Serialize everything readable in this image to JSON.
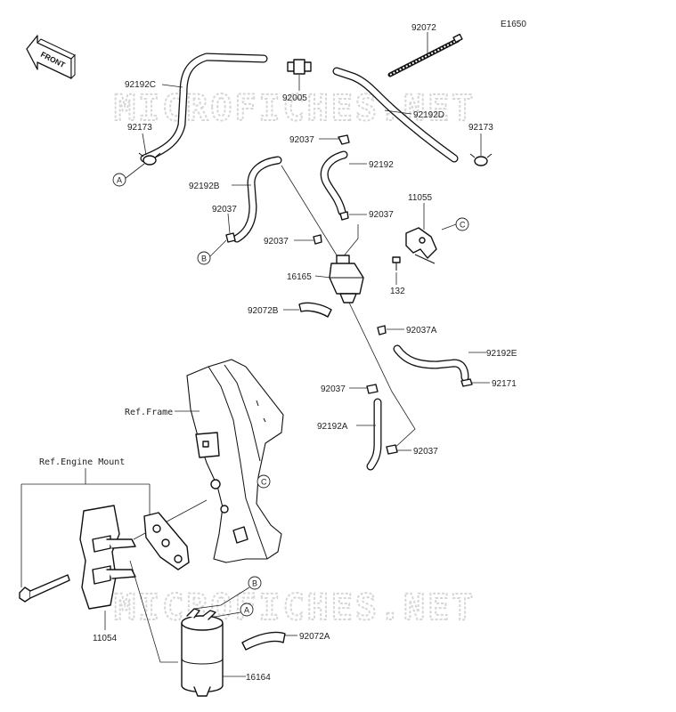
{
  "diagram": {
    "code": "E1650",
    "front_label": "FRONT",
    "watermark": [
      "MICROFICHES.NET",
      "MICROFICHES.NET"
    ],
    "parts": {
      "p92072": "92072",
      "p92192C": "92192C",
      "p92005": "92005",
      "p92192D": "92192D",
      "p92173a": "92173",
      "p92173b": "92173",
      "p92037a": "92037",
      "p92192": "92192",
      "p92192B": "92192B",
      "p92037b": "92037",
      "p92037c": "92037",
      "p92037d": "92037",
      "p11055": "11055",
      "p16165": "16165",
      "p132": "132",
      "p92072B": "92072B",
      "p92037A": "92037A",
      "p92192E": "92192E",
      "p92171": "92171",
      "p92037e": "92037",
      "p92192A": "92192A",
      "p92037f": "92037",
      "p11054": "11054",
      "p92072A": "92072A",
      "p16164": "16164"
    },
    "refs": {
      "frame": "Ref.Frame",
      "engine_mount": "Ref.Engine Mount"
    },
    "callouts": {
      "A1": "A",
      "A2": "A",
      "B1": "B",
      "B2": "B",
      "C1": "C",
      "C2": "C"
    }
  }
}
